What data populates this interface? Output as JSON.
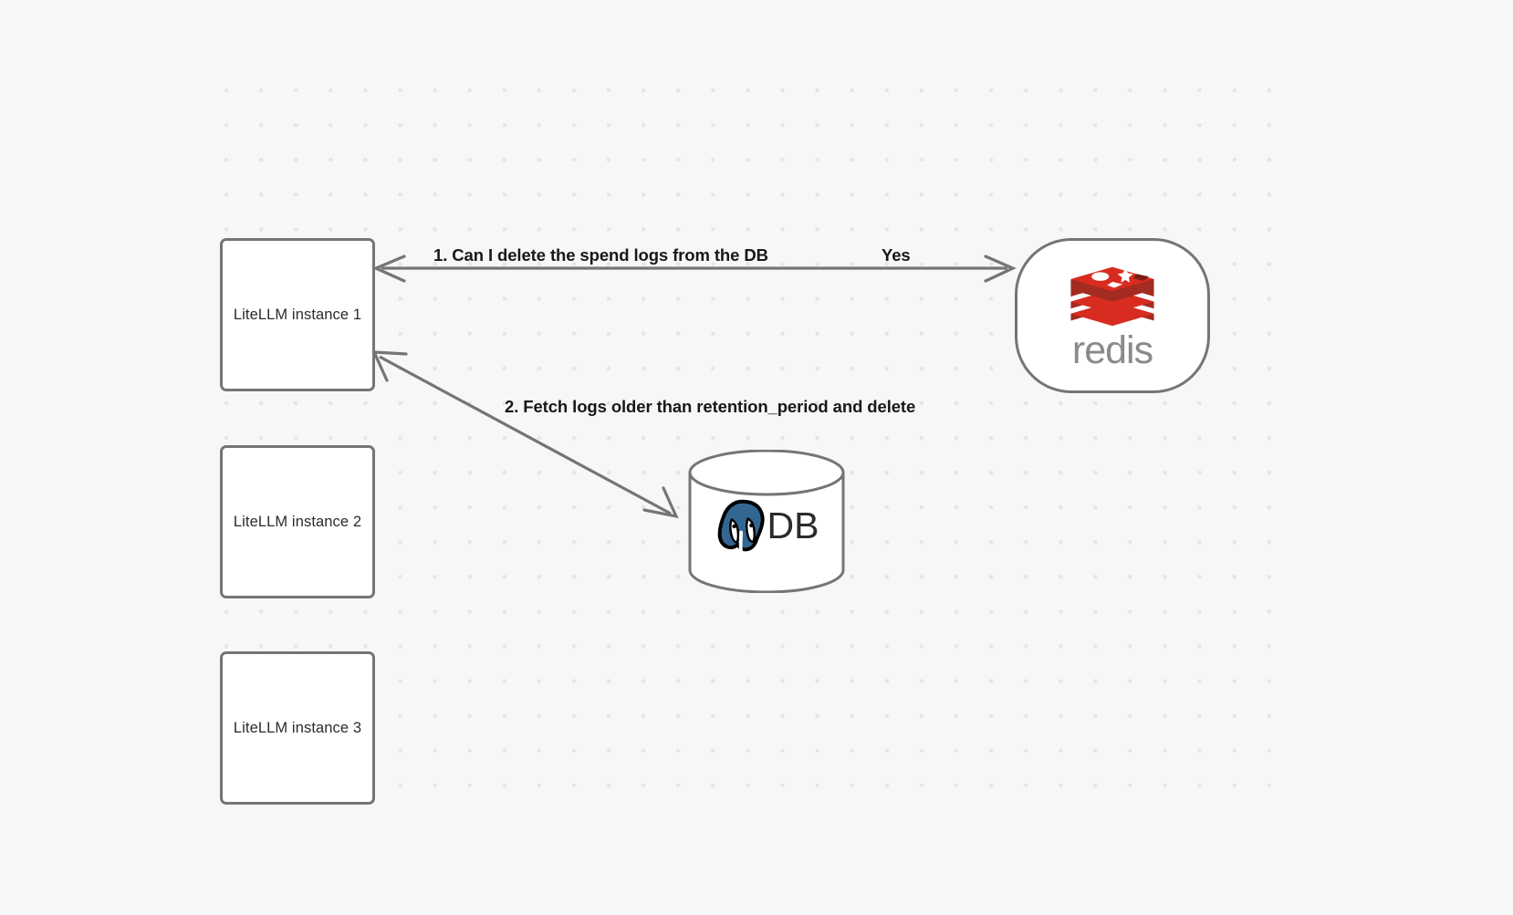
{
  "diagram": {
    "background_color": "#f7f7f7",
    "grid_dot_color": "#e6e6e6",
    "stroke_color": "#757575",
    "nodes": [
      {
        "id": "litellm-1",
        "label": "LiteLLM instance 1",
        "shape": "rounded-rect"
      },
      {
        "id": "litellm-2",
        "label": "LiteLLM instance 2",
        "shape": "rounded-rect"
      },
      {
        "id": "litellm-3",
        "label": "LiteLLM instance 3",
        "shape": "rounded-rect"
      },
      {
        "id": "redis",
        "label": "redis",
        "shape": "pill",
        "logo": "redis-logo-icon",
        "brand_color": "#d82c20"
      },
      {
        "id": "database",
        "label": "DB",
        "shape": "cylinder",
        "logo": "postgresql-elephant-icon",
        "brand_color": "#336791"
      }
    ],
    "edges": [
      {
        "id": "edge-redis",
        "from": "litellm-1",
        "to": "redis",
        "direction": "bidirectional",
        "labels": [
          {
            "id": "request",
            "text": "1.  Can I delete the spend logs from the DB"
          },
          {
            "id": "response",
            "text": "Yes"
          }
        ]
      },
      {
        "id": "edge-db",
        "from": "litellm-1",
        "to": "database",
        "direction": "bidirectional",
        "labels": [
          {
            "id": "action",
            "text": "2.  Fetch logs older than retention_period and delete"
          }
        ]
      }
    ]
  }
}
